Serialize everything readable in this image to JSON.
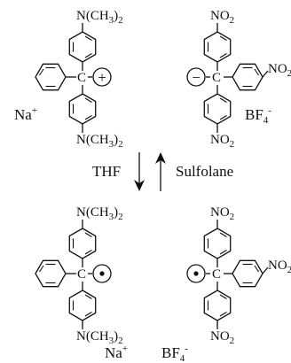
{
  "labels": {
    "n_dimethyl": "N(CH",
    "n_dimethyl_sub3": "3",
    "n_dimethyl_close": ")",
    "n_dimethyl_sub2": "2",
    "no": "NO",
    "no_sub2": "2",
    "carbon": "C",
    "plus": "+",
    "minus": "−",
    "dot": "•",
    "na": "Na",
    "na_sup": "+",
    "bf": "BF",
    "bf_sub4": "4",
    "bf_sup": "-",
    "thf": "THF",
    "sulfolane": "Sulfolane"
  },
  "colors": {
    "ink": "#111111",
    "background": "#ffffff"
  }
}
